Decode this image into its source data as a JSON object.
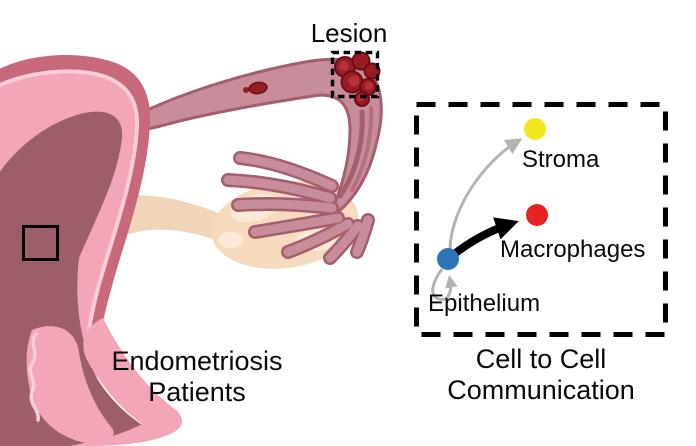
{
  "anatomy": {
    "lesion_label": "Lesion",
    "caption": {
      "line1": "Endometriosis",
      "line2": "Patients"
    }
  },
  "cell_panel": {
    "caption": {
      "line1": "Cell to Cell",
      "line2": "Communication"
    },
    "nodes": [
      {
        "id": "stroma",
        "label": "Stroma",
        "color": "#f3e71d"
      },
      {
        "id": "macrophages",
        "label": "Macrophages",
        "color": "#e62320"
      },
      {
        "id": "epithelium",
        "label": "Epithelium",
        "color": "#2d75b6"
      }
    ],
    "edges": [
      {
        "from": "Epithelium",
        "to": "Stroma",
        "style": "thin",
        "color": "#b3b3b3"
      },
      {
        "from": "Epithelium",
        "to": "Macrophages",
        "style": "thick",
        "color": "#000000"
      },
      {
        "from": "Epithelium",
        "to": "Epithelium",
        "style": "thin",
        "color": "#b3b3b3"
      }
    ]
  },
  "palette": {
    "uterus_outer": "#c8697b",
    "endometrium": "#f2a6b7",
    "pale_line": "#f8cdd8",
    "cavity": "#9d5e6a",
    "tube": "#c78d9a",
    "tube_outline": "#a55e6d",
    "ovary": "#f5dabe",
    "ovary_spot": "#fae9d6",
    "ligament": "#f1d5b8",
    "lesion": "#981c24",
    "lesion_outline": "#6f0d14",
    "lesion_light": "#b73139",
    "box_stroke": "#000000"
  }
}
